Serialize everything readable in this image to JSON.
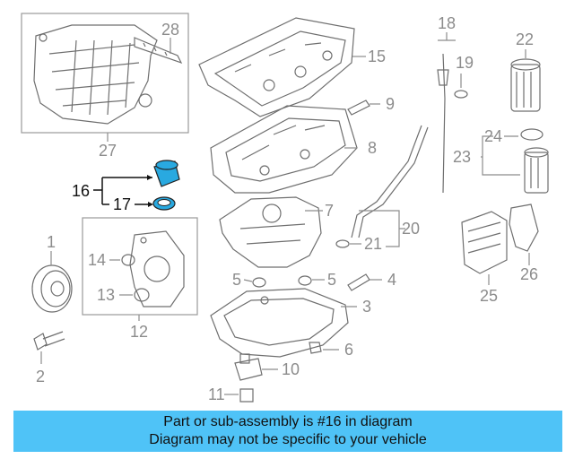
{
  "callouts": {
    "c1": "1",
    "c2": "2",
    "c3": "3",
    "c4": "4",
    "c5a": "5",
    "c5b": "5",
    "c6": "6",
    "c7": "7",
    "c8": "8",
    "c9": "9",
    "c10": "10",
    "c11": "11",
    "c12": "12",
    "c13": "13",
    "c14": "14",
    "c15": "15",
    "c16": "16",
    "c17": "17",
    "c18": "18",
    "c19": "19",
    "c20": "20",
    "c21": "21",
    "c22": "22",
    "c23": "23",
    "c24": "24",
    "c25": "25",
    "c26": "26",
    "c27": "27",
    "c28": "28"
  },
  "banner": {
    "line1": "Part or sub-assembly is #16 in diagram",
    "line2": "Diagram may not be specific to your vehicle"
  },
  "colors": {
    "banner_background": "#4fc3f7",
    "highlight_part": "#29a9e0",
    "line_art": "#6f6f6f",
    "callout_text": "#8c8c8c"
  }
}
